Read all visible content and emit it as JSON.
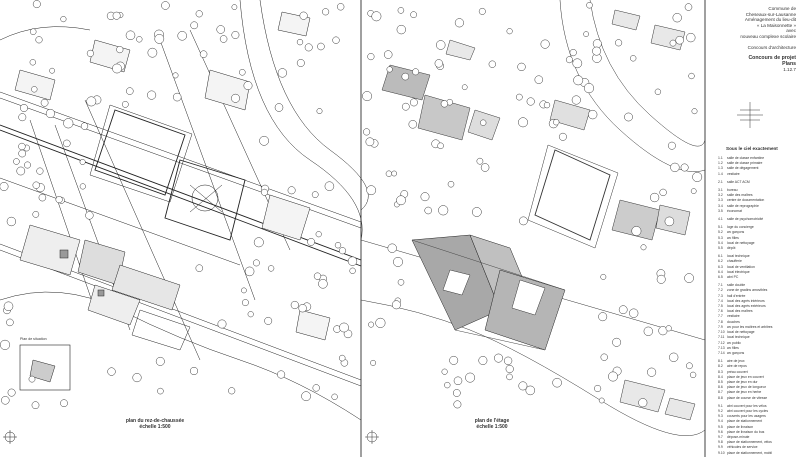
{
  "title_block": {
    "commune_line1": "Commune de",
    "commune_line2": "Cheseaux-sur-Lausanne",
    "project_line1": "Aménagement du lieu-dit",
    "project_line2": "« La Maisonnette »",
    "project_line3": "avec",
    "project_line4": "nouveau complexe scolaire",
    "competition": "Concours d'architecture",
    "concours_title": "Concours de projet",
    "sheet_label": "Plans",
    "sheet_number": "1.12.7"
  },
  "legend": {
    "title": "Sous le ciel exactement",
    "rows": [
      {
        "n": "1.1",
        "t": "salle de classe enfantine"
      },
      {
        "n": "1.2",
        "t": "salle de classe primaire"
      },
      {
        "n": "1.3",
        "t": "salle de dégagement"
      },
      {
        "n": "1.4",
        "t": "vestiaire"
      },
      {
        "n": "",
        "t": ""
      },
      {
        "n": "2.1",
        "t": "salle ACT ACM"
      },
      {
        "n": "",
        "t": ""
      },
      {
        "n": "3.1",
        "t": "bureau"
      },
      {
        "n": "3.2",
        "t": "salle des maîtres"
      },
      {
        "n": "3.3",
        "t": "centre de documentation"
      },
      {
        "n": "3.4",
        "t": "salle de reprographie"
      },
      {
        "n": "3.5",
        "t": "économat"
      },
      {
        "n": "",
        "t": ""
      },
      {
        "n": "4.1",
        "t": "salle de psychomotricité"
      },
      {
        "n": "",
        "t": ""
      },
      {
        "n": "5.1",
        "t": "loge du concierge"
      },
      {
        "n": "5.2",
        "t": "wc garçons"
      },
      {
        "n": "5.3",
        "t": "wc filles"
      },
      {
        "n": "5.4",
        "t": "local de nettoyage"
      },
      {
        "n": "5.5",
        "t": "dépôt"
      },
      {
        "n": "",
        "t": ""
      },
      {
        "n": "6.1",
        "t": "local technique"
      },
      {
        "n": "6.2",
        "t": "chaufferie"
      },
      {
        "n": "6.3",
        "t": "local de ventilation"
      },
      {
        "n": "6.4",
        "t": "local électrique"
      },
      {
        "n": "6.5",
        "t": "abri PC"
      },
      {
        "n": "",
        "t": ""
      },
      {
        "n": "7.1",
        "t": "salle double"
      },
      {
        "n": "7.2",
        "t": "zone de gradins amovibles"
      },
      {
        "n": "7.3",
        "t": "hall d'entrée"
      },
      {
        "n": "7.4",
        "t": "local des agrès intérieurs"
      },
      {
        "n": "7.5",
        "t": "local des agrès extérieurs"
      },
      {
        "n": "7.6",
        "t": "local des maîtres"
      },
      {
        "n": "7.7",
        "t": "vestiaire"
      },
      {
        "n": "7.8",
        "t": "douches"
      },
      {
        "n": "7.9",
        "t": "wc pour les maîtres et arbitres"
      },
      {
        "n": "7.10",
        "t": "local de nettoyage"
      },
      {
        "n": "7.11",
        "t": "local technique"
      },
      {
        "n": "7.12",
        "t": "wc public"
      },
      {
        "n": "7.13",
        "t": "wc filles"
      },
      {
        "n": "7.14",
        "t": "wc garçons"
      },
      {
        "n": "",
        "t": ""
      },
      {
        "n": "8.1",
        "t": "aire de jeux"
      },
      {
        "n": "8.2",
        "t": "aire de repos"
      },
      {
        "n": "8.3",
        "t": "préau couvert"
      },
      {
        "n": "8.4",
        "t": "place de jeux en couvert"
      },
      {
        "n": "8.5",
        "t": "place de jeux en dur"
      },
      {
        "n": "8.6",
        "t": "place de jeux de longueur"
      },
      {
        "n": "8.7",
        "t": "place de jeux en herbe"
      },
      {
        "n": "8.8",
        "t": "place de course de vitesse"
      },
      {
        "n": "",
        "t": ""
      },
      {
        "n": "9.1",
        "t": "abri couvert pour les vélos"
      },
      {
        "n": "9.2",
        "t": "abri couvert pour les cycles"
      },
      {
        "n": "9.3",
        "t": "couverts pour les usagers"
      },
      {
        "n": "9.4",
        "t": "place de stationnement"
      },
      {
        "n": "9.5",
        "t": "place de livraison"
      },
      {
        "n": "9.6",
        "t": "place de livraison du bus"
      },
      {
        "n": "9.7",
        "t": "dépose-minute"
      },
      {
        "n": "9.8",
        "t": "place de stationnement, vélos"
      },
      {
        "n": "9.9",
        "t": "véhicules de service"
      },
      {
        "n": "9.10",
        "t": "place de stationnement, mobil"
      }
    ]
  },
  "plans": {
    "left_title": "plan du rez-de-chaussée",
    "left_scale": "échelle 1:500",
    "right_title": "plan de l'étage",
    "right_scale": "échelle 1:500",
    "inset_label": "Plan de situation"
  }
}
